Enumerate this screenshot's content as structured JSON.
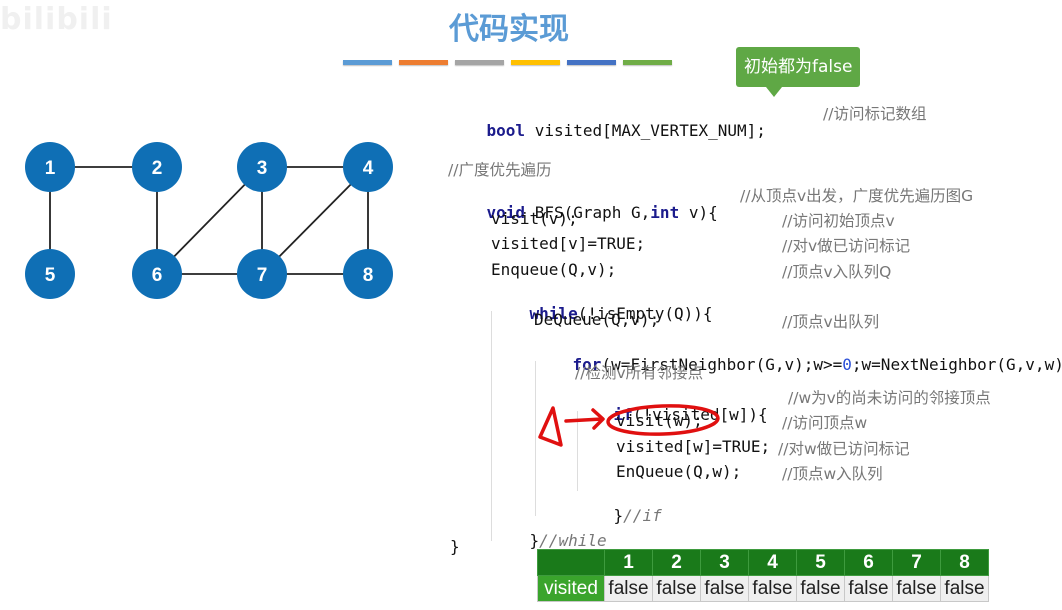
{
  "watermark": "bilibili",
  "title": "代码实现",
  "color_bars": [
    "#5b9bd5",
    "#ed7d31",
    "#a5a5a5",
    "#ffc000",
    "#4472c4",
    "#70ad47"
  ],
  "callout": "初始都为false",
  "graph": {
    "node_color": "#0f6fb5",
    "nodes": [
      {
        "id": "1",
        "label": "1"
      },
      {
        "id": "2",
        "label": "2"
      },
      {
        "id": "3",
        "label": "3"
      },
      {
        "id": "4",
        "label": "4"
      },
      {
        "id": "5",
        "label": "5"
      },
      {
        "id": "6",
        "label": "6"
      },
      {
        "id": "7",
        "label": "7"
      },
      {
        "id": "8",
        "label": "8"
      }
    ],
    "edges": [
      [
        "1",
        "2"
      ],
      [
        "1",
        "5"
      ],
      [
        "2",
        "6"
      ],
      [
        "3",
        "4"
      ],
      [
        "3",
        "6"
      ],
      [
        "3",
        "7"
      ],
      [
        "4",
        "7"
      ],
      [
        "4",
        "8"
      ],
      [
        "6",
        "7"
      ],
      [
        "7",
        "8"
      ]
    ]
  },
  "code": {
    "decl": {
      "kw": "bool",
      "text": " visited[MAX_VERTEX_NUM];",
      "comment": "//访问标记数组"
    },
    "fn_comment": "//广度优先遍历",
    "fn_sig": {
      "kw1": "void",
      "t1": " BFS(Graph G,",
      "kw2": "int",
      "t2": " v){",
      "comment": "//从顶点v出发，广度优先遍历图G"
    },
    "l_visit": {
      "text": "visit(v);",
      "comment": "//访问初始顶点v"
    },
    "l_mark": {
      "text": "visited[v]=TRUE;",
      "comment": "//对v做已访问标记"
    },
    "l_enq": {
      "text": "Enqueue(Q,v);",
      "comment": "//顶点v入队列Q"
    },
    "l_while": {
      "kw": "while",
      "text": "(!isEmpty(Q)){"
    },
    "l_deq": {
      "text": "DeQueue(Q,v);",
      "comment": "//顶点v出队列"
    },
    "l_for": {
      "kw": "for",
      "t1": "(w=FirstNeighbor(G,v);w>=",
      "num": "0",
      "t2": ";w=NextNeighbor(G,v,w)"
    },
    "l_check": {
      "comment": "//检测v所有邻接点"
    },
    "l_if": {
      "kw": "if",
      "text": "(!visited[w]){",
      "comment": "//w为v的尚未访问的邻接顶点"
    },
    "l_visitw": {
      "text": "visit(w);",
      "comment": "//访问顶点w"
    },
    "l_markw": {
      "text": "visited[w]=TRUE;",
      "comment": "//对w做已访问标记"
    },
    "l_enqw": {
      "text": "EnQueue(Q,w);",
      "comment": "//顶点w入队列"
    },
    "l_endif": {
      "text": "}",
      "comment": "//if"
    },
    "l_endwhile": {
      "text": "}",
      "comment": "//while"
    },
    "l_end": {
      "text": "}"
    }
  },
  "visited_table": {
    "headers": [
      "1",
      "2",
      "3",
      "4",
      "5",
      "6",
      "7",
      "8"
    ],
    "row_label": "visited",
    "values": [
      "false",
      "false",
      "false",
      "false",
      "false",
      "false",
      "false",
      "false"
    ]
  },
  "annotation_color": "#e01010"
}
